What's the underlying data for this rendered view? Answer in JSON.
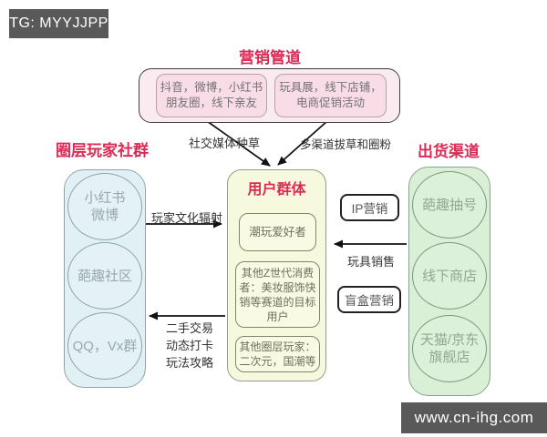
{
  "watermarks": {
    "top": "TG: MYYJJPP",
    "bottom": "www.cn-ihg.com"
  },
  "colors": {
    "accent_red": "#DB2B55",
    "pink_container": "#FAEBF0",
    "pink_box": "#F8DCE6",
    "blue_container": "#E1F0F4",
    "yellow_container": "#F7F9DF",
    "green_container": "#D9F0D7",
    "watermark_bg": "#595959",
    "arrow": "#111111"
  },
  "marketing": {
    "title": "营销管道",
    "channels": [
      "抖音，微博，小红书\n朋友圈，线下亲友",
      "玩具展，线下店铺，\n电商促销活动"
    ]
  },
  "community": {
    "title": "圈层玩家社群",
    "groups": [
      "小红书\n微博",
      "葩趣社区",
      "QQ，Vx群"
    ]
  },
  "users": {
    "title": "用户群体",
    "segments": [
      "潮玩爱好者",
      "其他Z世代消费者：美妆服饰快销等赛道的目标用户",
      "其他圈层玩家：二次元，国潮等"
    ]
  },
  "distribution": {
    "title": "出货渠道",
    "channels": [
      "葩趣抽号",
      "线下商店",
      "天猫/京东\n旗舰店"
    ]
  },
  "tactics": [
    "IP营销",
    "盲盒营销"
  ],
  "flows": {
    "seeding": "社交媒体种草",
    "harvest": "多渠道拔草和圈粉",
    "culture": "玩家文化辐射",
    "secondhand": "二手交易\n动态打卡\n玩法攻略",
    "toy_sales": "玩具销售"
  }
}
